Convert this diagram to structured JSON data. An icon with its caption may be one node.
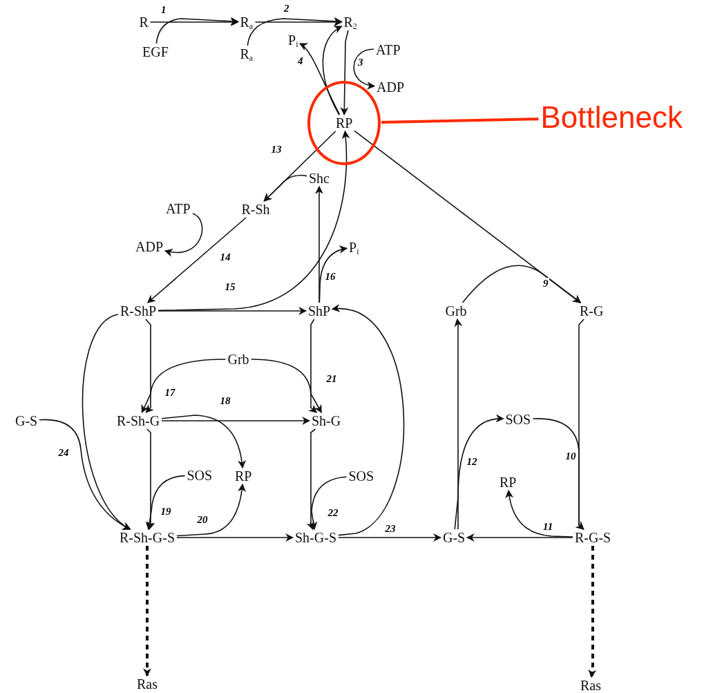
{
  "diagram": {
    "nodes": [
      {
        "text": [
          "R"
        ]
      },
      {
        "text": [
          "EGF"
        ]
      },
      {
        "text": [
          "R$_{a}$"
        ]
      },
      {
        "text": [
          "R$_{a}$"
        ]
      },
      {
        "text": [
          "R$_{2}$"
        ]
      },
      {
        "text": [
          "P$_{i}$"
        ]
      },
      {
        "text": [
          "ATP"
        ]
      },
      {
        "text": [
          "ADP"
        ]
      },
      {
        "text": [],
        "shape": "circle"
      },
      {
        "text": [
          "RP"
        ],
        "in": 8
      },
      {
        "text": [
          "Bottleneck"
        ]
      },
      {
        "text": [
          "Shc"
        ]
      },
      {
        "text": [
          "R-Sh"
        ]
      },
      {
        "text": [
          "ATP"
        ]
      },
      {
        "text": [
          "ADP"
        ]
      },
      {
        "text": [
          "P$_{i}$"
        ]
      },
      {
        "text": [
          "R-ShP"
        ]
      },
      {
        "text": [
          "ShP"
        ]
      },
      {
        "text": [
          "Grb"
        ]
      },
      {
        "text": [
          "R-G"
        ]
      },
      {
        "text": [
          "Grb"
        ]
      },
      {
        "text": [
          "G-S"
        ]
      },
      {
        "text": [
          "R-Sh-G"
        ]
      },
      {
        "text": [
          "Sh-G"
        ]
      },
      {
        "text": [
          "SOS"
        ]
      },
      {
        "text": [
          "SOS"
        ]
      },
      {
        "text": [
          "RP"
        ]
      },
      {
        "text": [
          "SOS"
        ]
      },
      {
        "text": [
          "RP"
        ]
      },
      {
        "text": [
          "R-Sh-G-S"
        ]
      },
      {
        "text": [
          "Sh-G-S"
        ]
      },
      {
        "text": [
          "G-S"
        ]
      },
      {
        "text": [
          "R-G-S"
        ]
      },
      {
        "text": [
          "Ras"
        ]
      },
      {
        "text": [
          "Ras"
        ]
      }
    ],
    "edges": [
      {
        "from": 0,
        "to": 2,
        "arrow": "to",
        "label": "1"
      },
      {
        "from": 1,
        "to": 2,
        "arrow": "to"
      },
      {
        "from": 2,
        "to": 4,
        "arrow": "to",
        "label": "2"
      },
      {
        "from": 3,
        "to": 4,
        "arrow": "to"
      },
      {
        "from": 4,
        "to": 9,
        "arrow": "to",
        "label": "3"
      },
      {
        "from": 6,
        "to": 7,
        "arrow": "to"
      },
      {
        "from": 9,
        "to": 4,
        "arrow": "to",
        "label": "4"
      },
      {
        "from": 9,
        "to": 5,
        "arrow": "to"
      },
      {
        "from": 9,
        "to": 12,
        "arrow": "to",
        "label": "13"
      },
      {
        "from": 11,
        "to": 12,
        "arrow": "to"
      },
      {
        "from": 12,
        "to": 16,
        "arrow": "to",
        "label": "14"
      },
      {
        "from": 13,
        "to": 14,
        "arrow": "to"
      },
      {
        "from": 16,
        "to": 17,
        "arrow": "to",
        "label": "15"
      },
      {
        "from": 16,
        "to": 9,
        "arrow": "to"
      },
      {
        "from": 17,
        "to": 11,
        "arrow": "to",
        "label": "16"
      },
      {
        "from": 17,
        "to": 15,
        "arrow": "to"
      },
      {
        "from": 9,
        "to": 19,
        "arrow": "to",
        "label": "9"
      },
      {
        "from": 18,
        "to": 19,
        "arrow": "to"
      },
      {
        "from": 19,
        "to": 32,
        "arrow": "to",
        "label": "10"
      },
      {
        "from": 24,
        "to": 32,
        "arrow": "to"
      },
      {
        "from": 32,
        "to": 31,
        "arrow": "to",
        "label": "11"
      },
      {
        "from": 32,
        "to": 28,
        "arrow": "to"
      },
      {
        "from": 31,
        "to": 18,
        "arrow": "to",
        "label": "12"
      },
      {
        "from": 31,
        "to": 24,
        "arrow": "to"
      },
      {
        "from": 16,
        "to": 22,
        "arrow": "to",
        "label": "17"
      },
      {
        "from": 20,
        "to": 22,
        "arrow": "to"
      },
      {
        "from": 20,
        "to": 23,
        "arrow": "to"
      },
      {
        "from": 17,
        "to": 23,
        "arrow": "to",
        "label": "21"
      },
      {
        "from": 22,
        "to": 23,
        "arrow": "to",
        "label": "18"
      },
      {
        "from": 22,
        "to": 26,
        "arrow": "to"
      },
      {
        "from": 22,
        "to": 29,
        "arrow": "to",
        "label": "19"
      },
      {
        "from": 25,
        "to": 29,
        "arrow": "to"
      },
      {
        "from": 29,
        "to": 30,
        "arrow": "to",
        "label": "20"
      },
      {
        "from": 29,
        "to": 26,
        "arrow": "to"
      },
      {
        "from": 23,
        "to": 30,
        "arrow": "to",
        "label": "22"
      },
      {
        "from": 27,
        "to": 30,
        "arrow": "to"
      },
      {
        "from": 30,
        "to": 31,
        "arrow": "to",
        "label": "23"
      },
      {
        "from": 30,
        "to": 17,
        "arrow": "to"
      },
      {
        "from": 16,
        "to": 29,
        "arrow": "to",
        "label": "24"
      },
      {
        "from": 21,
        "to": 29,
        "arrow": "to"
      },
      {
        "from": 29,
        "to": 33,
        "arrow": "to",
        "style": "dashed"
      },
      {
        "from": 32,
        "to": 34,
        "arrow": "to",
        "style": "dashed"
      },
      {
        "from": 10,
        "to": 8,
        "arrow": "none",
        "style": "thick",
        "color": "#ff2a00"
      }
    ]
  }
}
